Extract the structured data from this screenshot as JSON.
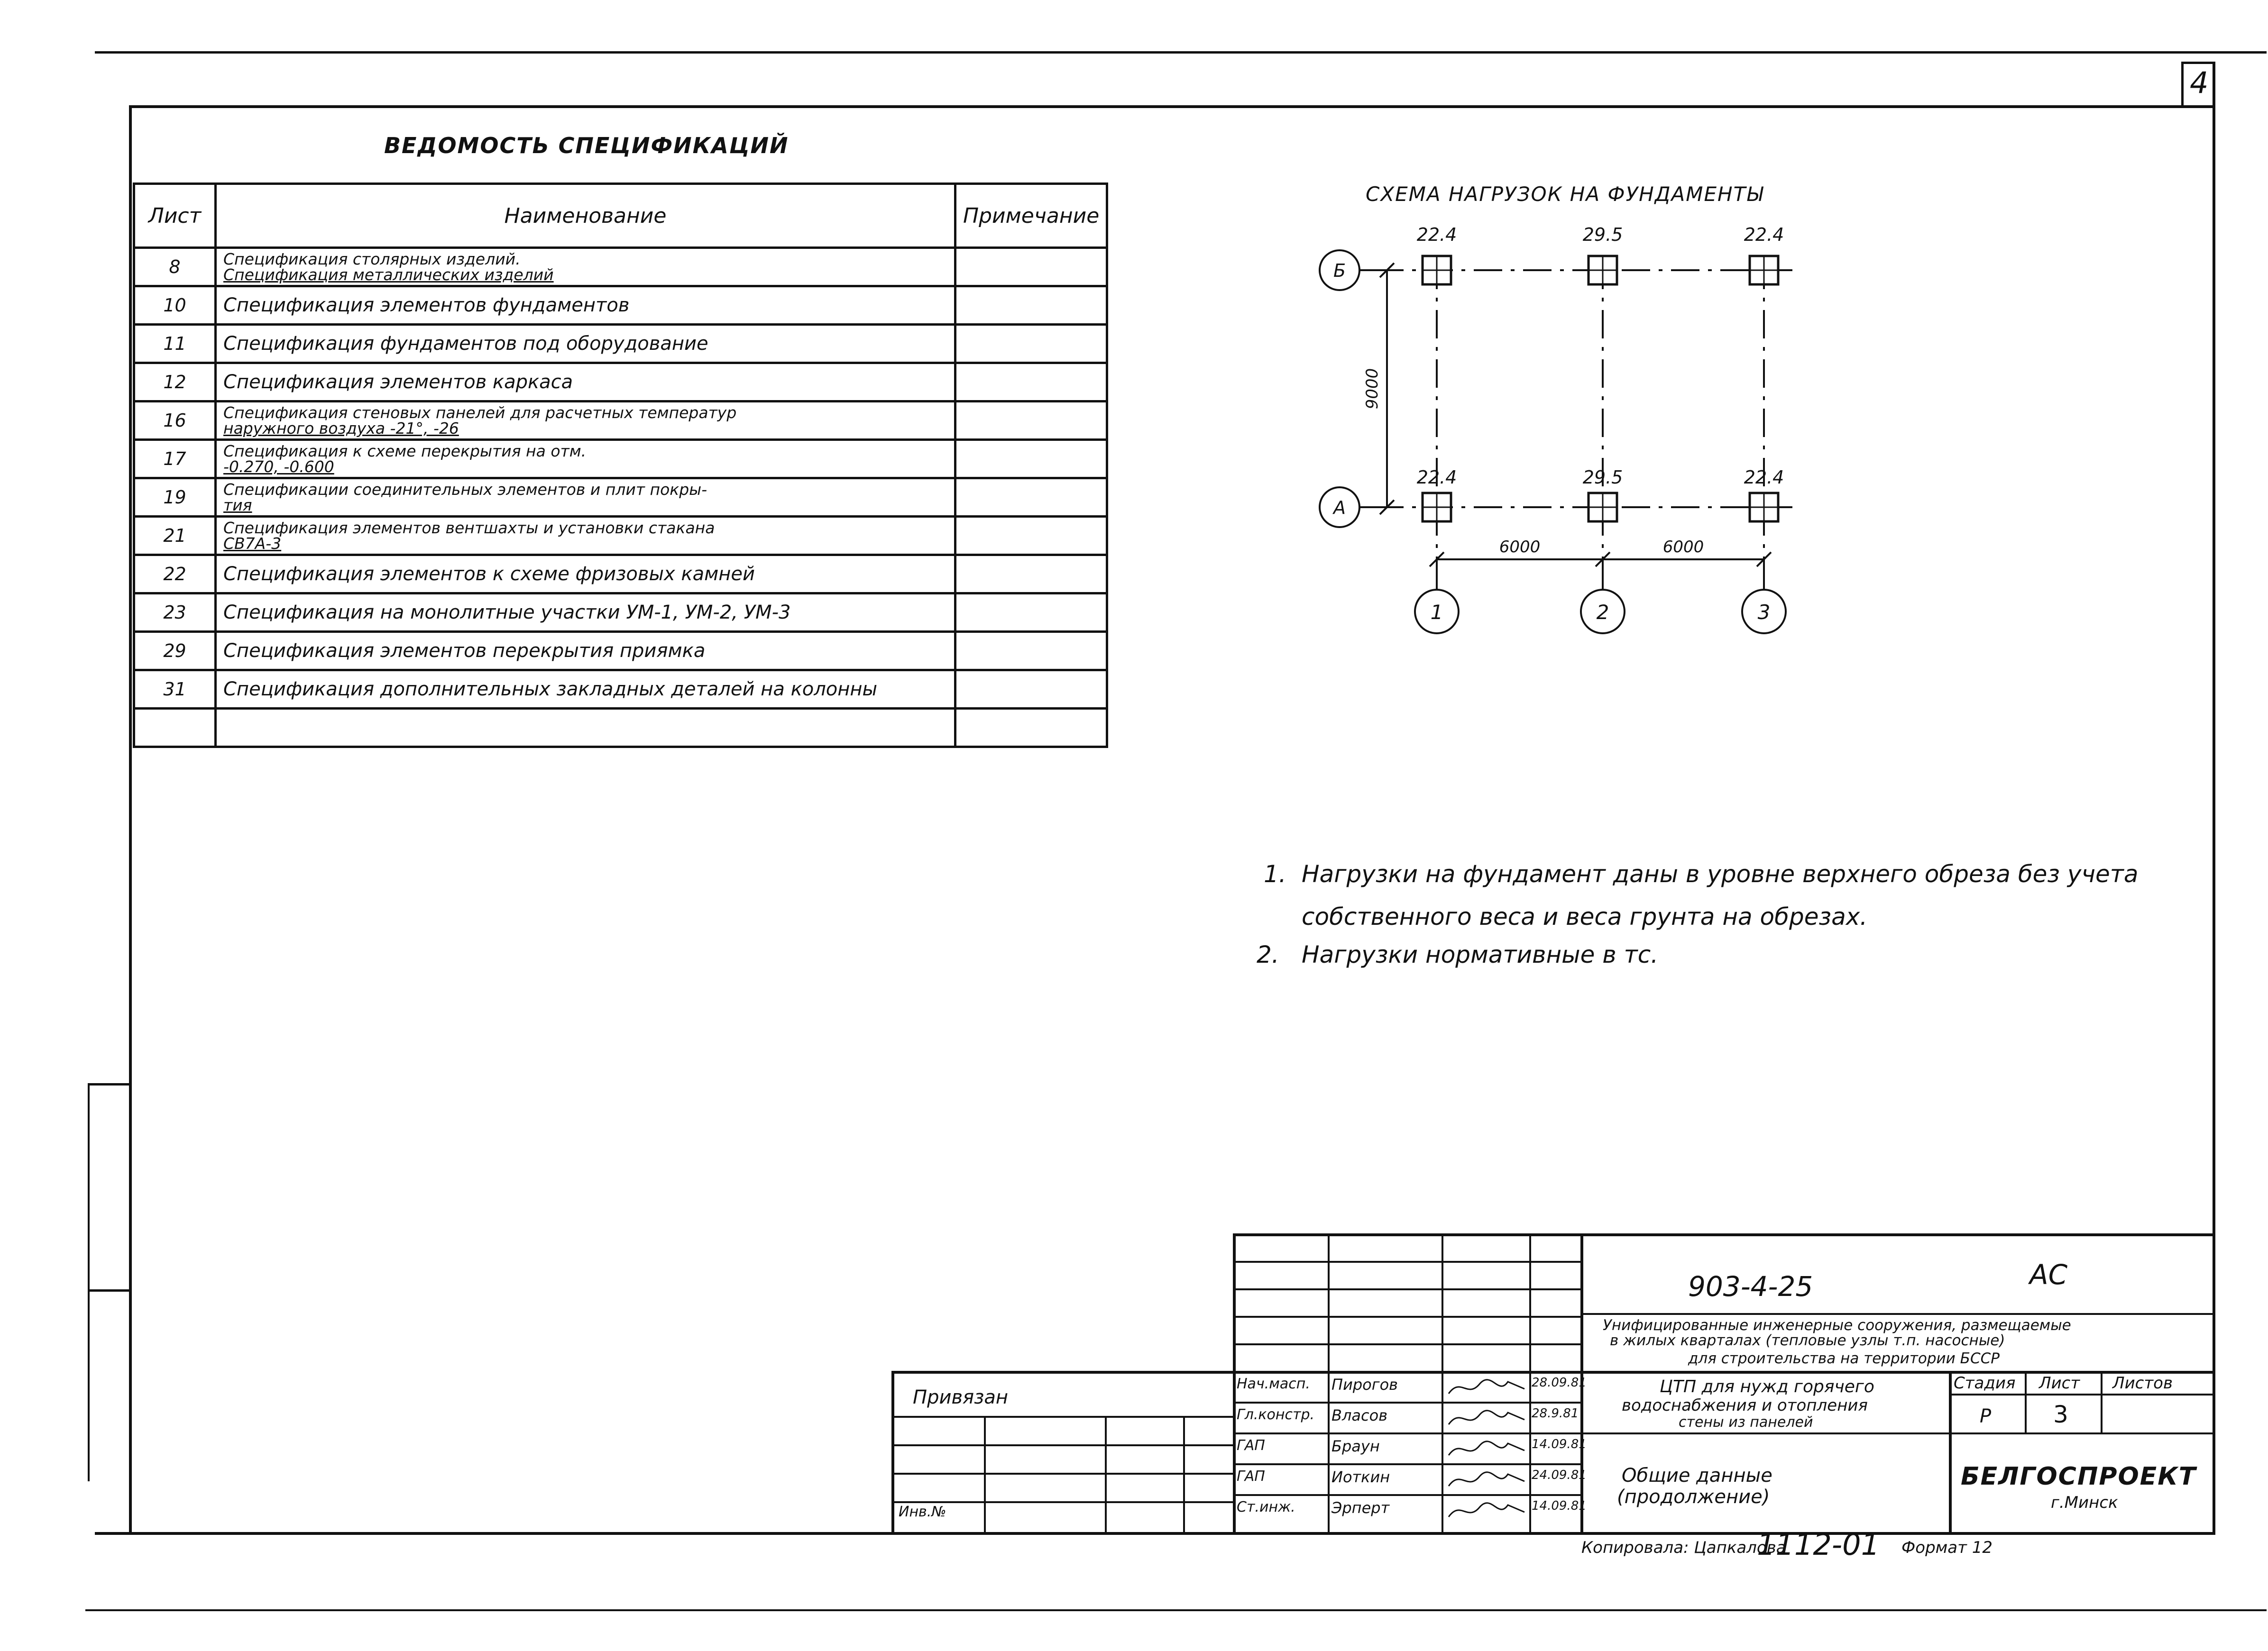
{
  "page_number": "4",
  "spec": {
    "title": "ВЕДОМОСТЬ СПЕЦИФИКАЦИЙ",
    "headers": {
      "sheet": "Лист",
      "name": "Наименование",
      "note": "Примечание"
    },
    "rows": [
      {
        "sheet": "8",
        "name": "Спецификация столярных изделий.",
        "name2": "Спецификация металлических изделий",
        "note": ""
      },
      {
        "sheet": "10",
        "name": "Спецификация элементов фундаментов",
        "name2": "",
        "note": ""
      },
      {
        "sheet": "11",
        "name": "Спецификация фундаментов под оборудование",
        "name2": "",
        "note": ""
      },
      {
        "sheet": "12",
        "name": "Спецификация элементов каркаса",
        "name2": "",
        "note": ""
      },
      {
        "sheet": "16",
        "name": "Спецификация стеновых панелей для расчетных температур",
        "name2": "наружного воздуха -21°, -26",
        "note": ""
      },
      {
        "sheet": "17",
        "name": "Спецификация к схеме перекрытия на отм.",
        "name2": "-0.270, -0.600",
        "note": ""
      },
      {
        "sheet": "19",
        "name": "Спецификации соединительных элементов и плит покры-",
        "name2": "тия",
        "note": ""
      },
      {
        "sheet": "21",
        "name": "Спецификация элементов вентшахты и установки стакана",
        "name2": "СВ7А-3",
        "note": ""
      },
      {
        "sheet": "22",
        "name": "Спецификация элементов к схеме фризовых камней",
        "name2": "",
        "note": ""
      },
      {
        "sheet": "23",
        "name": "Спецификация на монолитные участки УМ-1, УМ-2, УМ-3",
        "name2": "",
        "note": ""
      },
      {
        "sheet": "29",
        "name": "Спецификация элементов перекрытия приямка",
        "name2": "",
        "note": ""
      },
      {
        "sheet": "31",
        "name": "Спецификация дополнительных закладных деталей на колонны",
        "name2": "",
        "note": ""
      },
      {
        "sheet": "",
        "name": "",
        "name2": "",
        "note": ""
      }
    ]
  },
  "scheme": {
    "title": "СХЕМА НАГРУЗОК НА ФУНДАМЕНТЫ",
    "top_loads": [
      "22.4",
      "29.5",
      "22.4"
    ],
    "bottom_loads": [
      "22.4",
      "29.5",
      "22.4"
    ],
    "axis_rows": [
      "Б",
      "А"
    ],
    "axis_cols": [
      "1",
      "2",
      "3"
    ],
    "dim_vertical": "9000",
    "dim_span_1": "6000",
    "dim_span_2": "6000"
  },
  "notes": [
    {
      "num": "1.",
      "text": "Нагрузки на фундамент даны в уровне верхнего обреза без учета",
      "cont": "собственного веса и веса грунта на обрезах."
    },
    {
      "num": "2.",
      "text": "Нагрузки нормативные в тс.",
      "cont": ""
    }
  ],
  "stamp": {
    "doc_code": "903-4-25",
    "mark": "АС",
    "project_line1": "Унифицированные инженерные сооружения, размещаемые",
    "project_line2": "в жилых кварталах (тепловые узлы т.п. насосные)",
    "project_line3": "для строительства на территории БССР",
    "object_line1": "ЦТП для нужд горячего",
    "object_line2": "водоснабжения и отопления",
    "object_line3": "стены из панелей",
    "sheet_title_line1": "Общие данные",
    "sheet_title_line2": "(продолжение)",
    "stage_label": "Стадия",
    "sheet_label": "Лист",
    "sheets_label": "Листов",
    "stage_value": "Р",
    "sheet_value": "3",
    "org_line1": "БЕЛГОСПРОЕКТ",
    "org_line2": "г.Минск",
    "bound_label": "Привязан",
    "inv_label": "Инв.№",
    "signers": [
      {
        "role": "Нач.масп.",
        "name": "Пирогов",
        "date": "28.09.81"
      },
      {
        "role": "Гл.констр.",
        "name": "Власов",
        "date": "28.9.81"
      },
      {
        "role": "ГАП",
        "name": "Браун",
        "date": "14.09.81"
      },
      {
        "role": "ГАП",
        "name": "Иоткин",
        "date": "24.09.81"
      },
      {
        "role": "Ст.инж.",
        "name": "Эрперт",
        "date": "14.09.81"
      }
    ],
    "copied_label": "Копировала: Цапкалова",
    "copied_number": "1112-01",
    "format_label": "Формат 12"
  }
}
